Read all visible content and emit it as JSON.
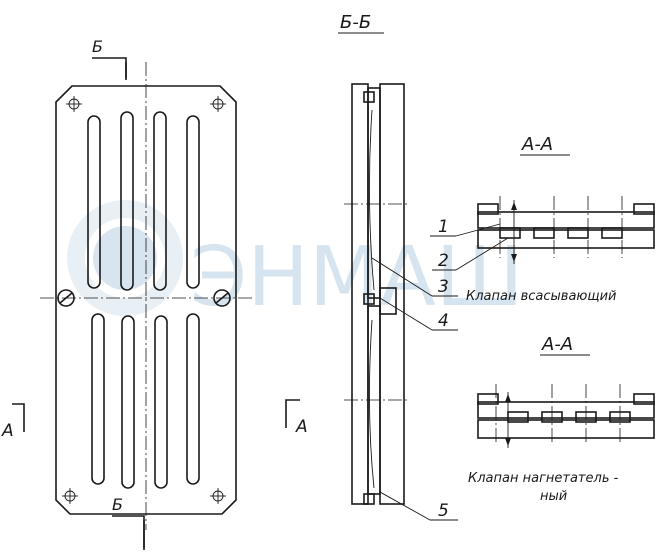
{
  "watermark": {
    "text": "ЭНМАШ",
    "color": "#c9dceb"
  },
  "plate": {
    "cut_mark_top": "Б",
    "cut_mark_bottom": "Б",
    "view_mark_left": "А",
    "view_mark_right": "А"
  },
  "section_bb": {
    "title": "Б-Б"
  },
  "callouts": {
    "c1": "1",
    "c2": "2",
    "c3": "3",
    "c4": "4",
    "c5": "5"
  },
  "section_aa_suction": {
    "title": "А-А",
    "caption": "Клапан всасывающий"
  },
  "section_aa_discharge": {
    "title": "А-А",
    "caption_line1": "Клапан нагнетатель -",
    "caption_line2": "ный"
  },
  "colors": {
    "ink": "#1a1a1a",
    "background": "#ffffff"
  }
}
